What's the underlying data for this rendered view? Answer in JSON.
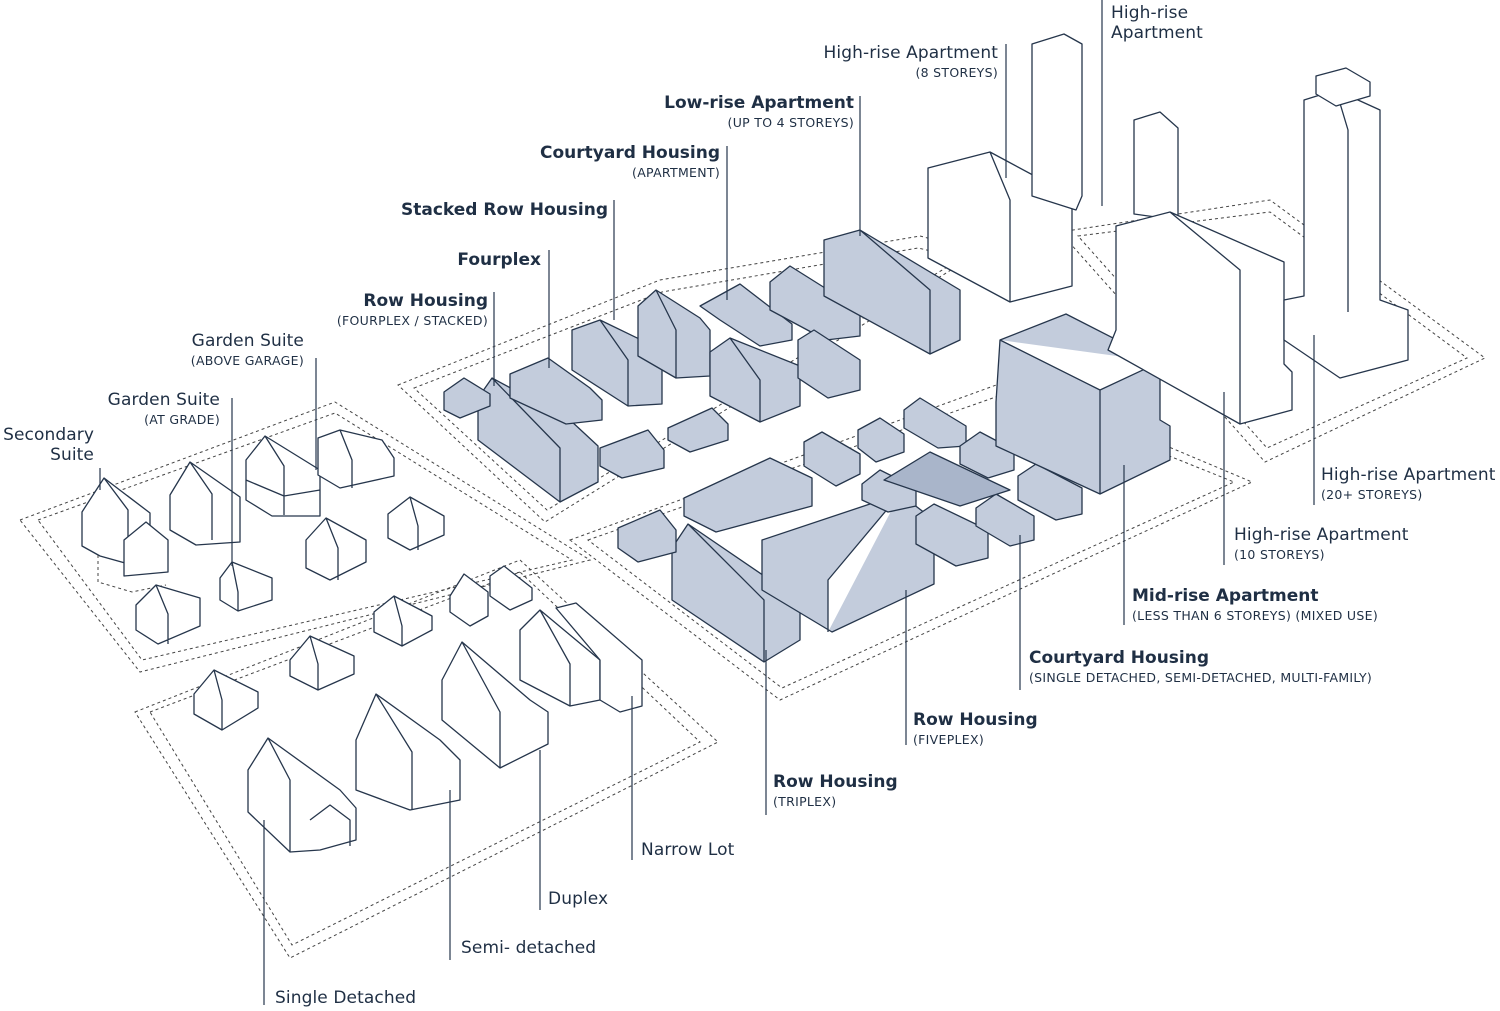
{
  "labels": {
    "secondary_suite": "Secondary\nSuite",
    "garden_at_grade": "Garden Suite",
    "garden_at_grade_sub": "(AT GRADE)",
    "garden_above_garage": "Garden Suite",
    "garden_above_garage_sub": "(ABOVE GARAGE)",
    "row_housing_fourplex": "Row Housing",
    "row_housing_fourplex_sub": "(FOURPLEX / STACKED)",
    "fourplex": "Fourplex",
    "stacked_row": "Stacked Row Housing",
    "courtyard_apartment": "Courtyard Housing",
    "courtyard_apartment_sub": "(APARTMENT)",
    "low_rise": "Low-rise Apartment",
    "low_rise_sub": "(UP TO 4 STOREYS)",
    "high_rise_8": "High-rise Apartment",
    "high_rise_8_sub": "(8 STOREYS)",
    "high_rise_top": "High-rise\nApartment",
    "high_rise_20": "High-rise Apartment",
    "high_rise_20_sub": "(20+ STOREYS)",
    "high_rise_10": "High-rise Apartment",
    "high_rise_10_sub": "(10 STOREYS)",
    "mid_rise": "Mid-rise Apartment",
    "mid_rise_sub": "(LESS THAN 6 STOREYS) (MIXED USE)",
    "courtyard_multi": "Courtyard Housing",
    "courtyard_multi_sub": "(SINGLE DETACHED, SEMI-DETACHED, MULTI-FAMILY)",
    "row_fiveplex": "Row Housing",
    "row_fiveplex_sub": "(FIVEPLEX)",
    "row_triplex": "Row Housing",
    "row_triplex_sub": "(TRIPLEX)",
    "narrow_lot": "Narrow Lot",
    "duplex": "Duplex",
    "semi_detached": "Semi- detached",
    "single_detached": "Single Detached"
  },
  "colors": {
    "highlight_fill": "#c3ccdc",
    "outline": "#26364c",
    "text": "#1f2f44"
  }
}
